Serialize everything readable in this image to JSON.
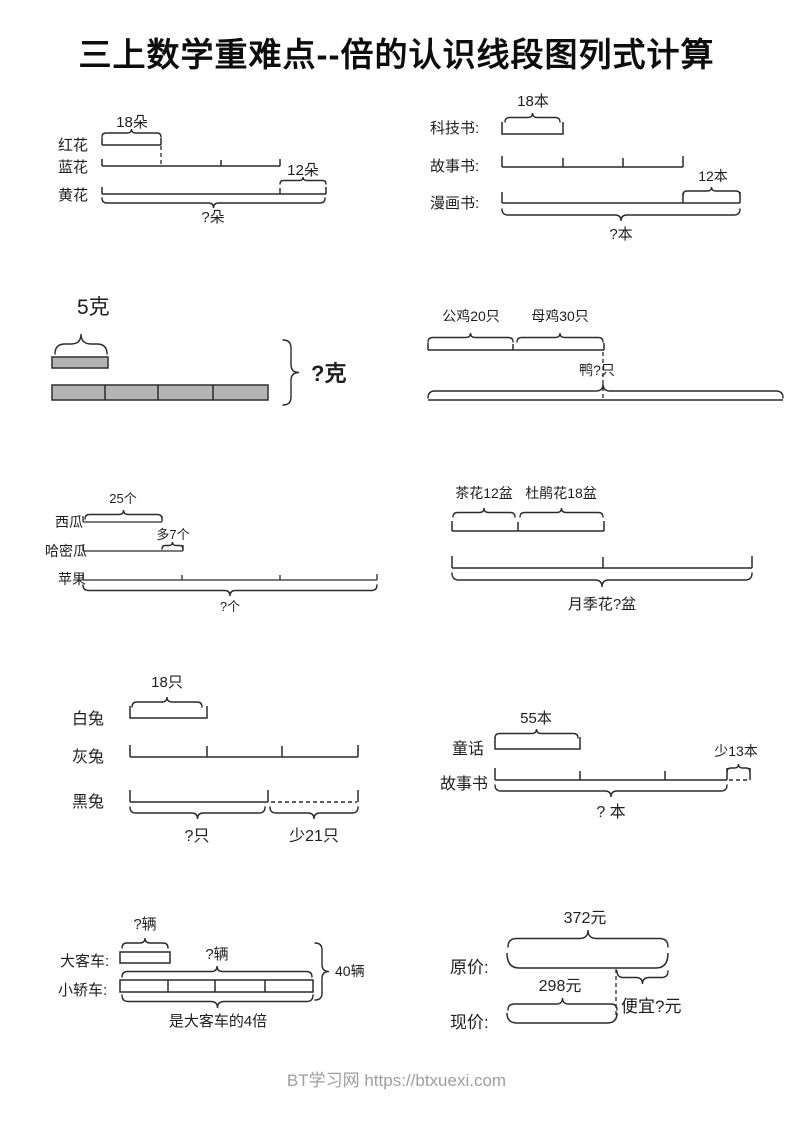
{
  "page": {
    "title": "三上数学重难点--倍的认识线段图列式计算",
    "footer": "BT学习网 https://btxuexi.com"
  },
  "colors": {
    "ink": "#2a2a2a",
    "title": "#0d0d0d",
    "bar_fill": "#b4b4b4",
    "footer_text": "#9e9e9e"
  },
  "diagrams": {
    "flowers": {
      "rows": [
        "红花",
        "蓝花",
        "黄花"
      ],
      "top_brace": "18朵",
      "extra_brace": "12朵",
      "total_brace": "?朵"
    },
    "books1": {
      "rows": [
        "科技书:",
        "故事书:",
        "漫画书:"
      ],
      "top_brace": "18本",
      "extra_brace": "12本",
      "total_brace": "?本"
    },
    "grams": {
      "unit_label": "5克",
      "total_label": "?克"
    },
    "poultry": {
      "part1_label": "公鸡20只",
      "part2_label": "母鸡30只",
      "duck_label": "鸭?只"
    },
    "melons": {
      "rows": [
        "西瓜",
        "哈密瓜",
        "苹果"
      ],
      "top_brace": "25个",
      "extra_brace": "多7个",
      "total_brace": "?个"
    },
    "plants": {
      "part1_label": "茶花12盆",
      "part2_label": "杜鹃花18盆",
      "total_label": "月季花?盆"
    },
    "rabbits": {
      "rows": [
        "白兔",
        "灰兔",
        "黑兔"
      ],
      "top_brace": "18只",
      "part_brace": "?只",
      "less_brace": "少21只"
    },
    "books2": {
      "rows": [
        "童话",
        "故事书"
      ],
      "top_brace": "55本",
      "less_brace": "少13本",
      "total_brace": "? 本"
    },
    "vehicles": {
      "rows": [
        "大客车:",
        "小轿车:"
      ],
      "bus_brace": "?辆",
      "car_brace": "?辆",
      "total_label": "40辆",
      "multiple_label": "是大客车的4倍"
    },
    "prices": {
      "rows": [
        "原价:",
        "现价:"
      ],
      "original_brace": "372元",
      "current_brace": "298元",
      "cheaper_label": "便宜?元"
    }
  }
}
